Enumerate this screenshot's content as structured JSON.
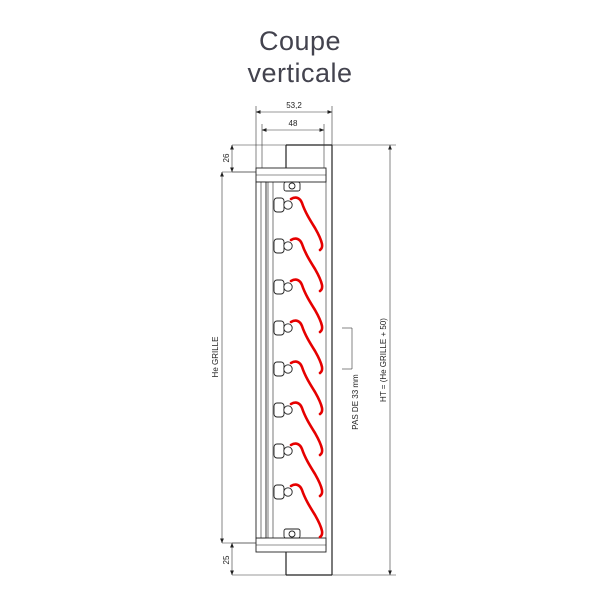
{
  "title": {
    "line1": "Coupe",
    "line2": "verticale"
  },
  "dimensions": {
    "outer_width": "53,2",
    "inner_width": "48",
    "top_offset": "26",
    "bottom_offset": "25",
    "grille_height": "He GRILLE",
    "total_height": "HT = (He GRILLE + 50)",
    "blade_pitch": "PAS DE 33 mm"
  },
  "diagram": {
    "blade_count": 8,
    "blade_color": "#e60000"
  }
}
